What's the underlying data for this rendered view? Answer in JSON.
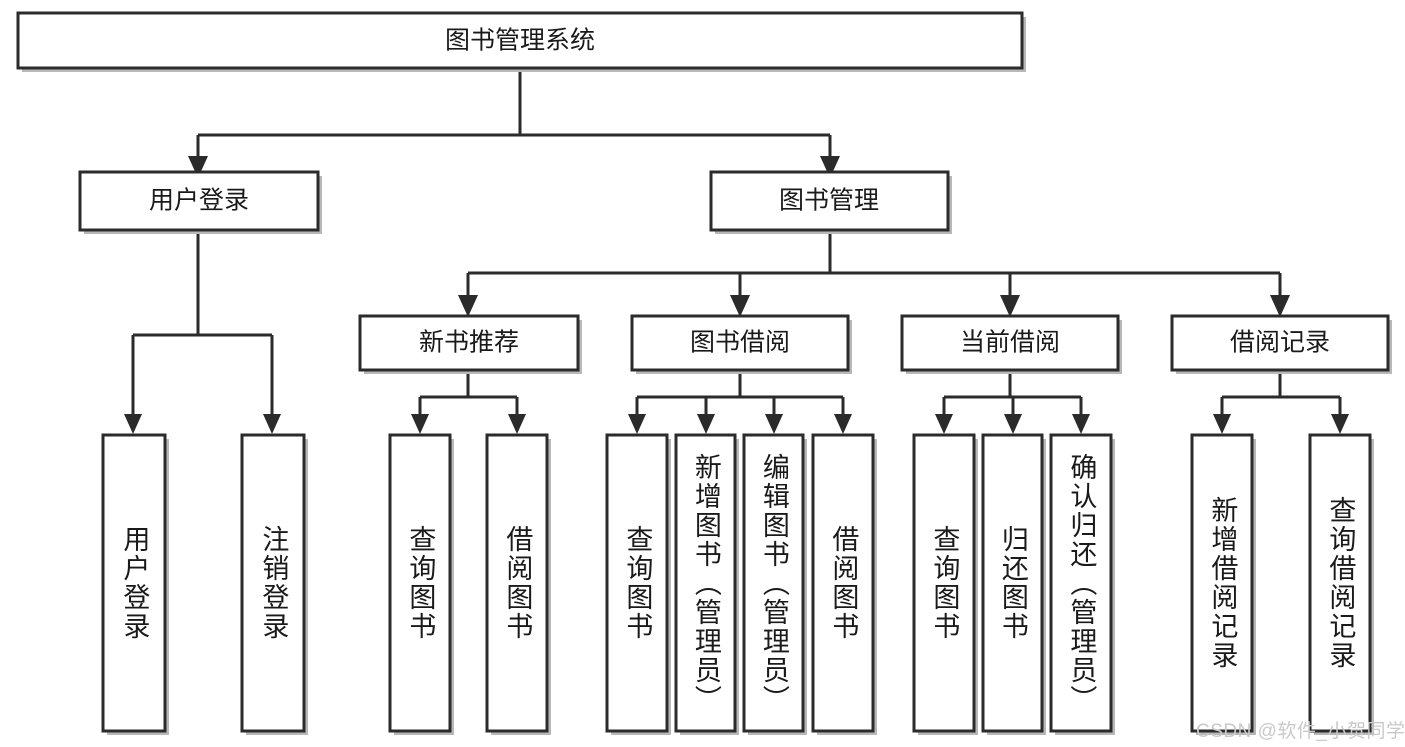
{
  "diagram": {
    "type": "tree-hierarchy",
    "title": "图书管理系统",
    "watermark": "CSDN @软件_小贺同学",
    "colors": {
      "background": "#ffffff",
      "stroke": "#2b2b2b",
      "box_fill": "#ffffff",
      "shadow": "#b8b8b8",
      "text": "#1a1a1a",
      "watermark": "#c9c9c9"
    },
    "levels": {
      "root": {
        "label": "图书管理系统"
      },
      "level2": [
        {
          "label": "用户登录"
        },
        {
          "label": "图书管理"
        }
      ],
      "level3": [
        {
          "label": "新书推荐"
        },
        {
          "label": "图书借阅"
        },
        {
          "label": "当前借阅"
        },
        {
          "label": "借阅记录"
        }
      ],
      "leaves": [
        {
          "label": "用户登录",
          "parent": "用户登录"
        },
        {
          "label": "注销登录",
          "parent": "用户登录"
        },
        {
          "label": "查询图书",
          "parent": "新书推荐"
        },
        {
          "label": "借阅图书",
          "parent": "新书推荐"
        },
        {
          "label": "查询图书",
          "parent": "图书借阅"
        },
        {
          "label": "新增图书（管理员）",
          "parent": "图书借阅"
        },
        {
          "label": "编辑图书（管理员）",
          "parent": "图书借阅"
        },
        {
          "label": "借阅图书",
          "parent": "图书借阅"
        },
        {
          "label": "查询图书",
          "parent": "当前借阅"
        },
        {
          "label": "归还图书",
          "parent": "当前借阅"
        },
        {
          "label": "确认归还（管理员）",
          "parent": "当前借阅"
        },
        {
          "label": "新增借阅记录",
          "parent": "借阅记录"
        },
        {
          "label": "查询借阅记录",
          "parent": "借阅记录"
        }
      ]
    }
  }
}
